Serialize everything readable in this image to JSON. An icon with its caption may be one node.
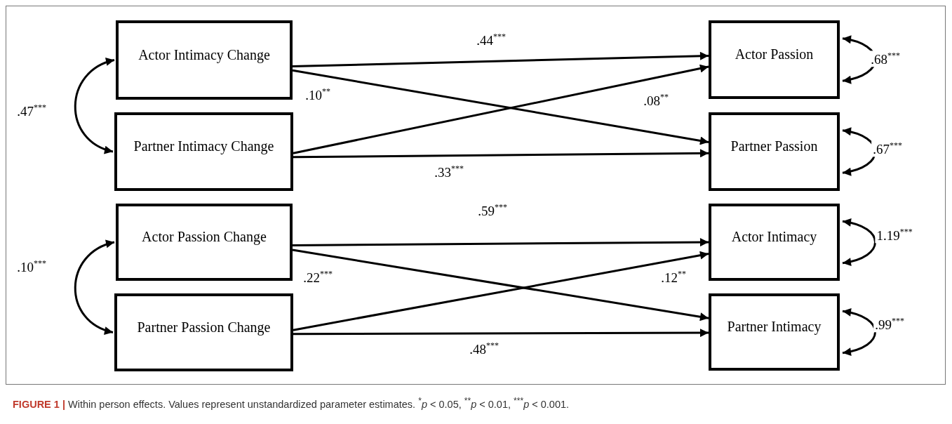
{
  "diagram": {
    "caption": "**FIGURE 1 |** Within person effects. Values represent unstandardized parameter estimates. $^{*}$*p* < 0.05, $^{**}$*p* < 0.01, $^{***}$*p* < 0.001.",
    "nodes": [
      {
        "text": [
          "Actor Intimacy Change"
        ]
      },
      {
        "text": [
          "Partner Intimacy Change"
        ]
      },
      {
        "text": [
          "Actor Passion Change"
        ]
      },
      {
        "text": [
          "Partner Passion Change"
        ]
      },
      {
        "text": [
          "Actor Passion"
        ]
      },
      {
        "text": [
          "Partner Passion"
        ]
      },
      {
        "text": [
          "Actor Intimacy"
        ]
      },
      {
        "text": [
          "Partner Intimacy"
        ]
      }
    ],
    "edges": [
      {
        "from": 0,
        "to": 4,
        "arrow": "to",
        "label": ".44$^{***}$"
      },
      {
        "from": 0,
        "to": 5,
        "arrow": "to",
        "label": ".10$^{**}$"
      },
      {
        "from": 1,
        "to": 4,
        "arrow": "to",
        "label": ".08$^{**}$"
      },
      {
        "from": 1,
        "to": 5,
        "arrow": "to",
        "label": ".33$^{***}$"
      },
      {
        "from": 0,
        "to": 1,
        "arrow": "both",
        "label": ".47$^{***}$"
      },
      {
        "from": 4,
        "to": 4,
        "arrow": "both",
        "label": ".68$^{***}$"
      },
      {
        "from": 5,
        "to": 5,
        "arrow": "both",
        "label": ".67$^{***}$"
      },
      {
        "from": 2,
        "to": 6,
        "arrow": "to",
        "label": ".59$^{***}$"
      },
      {
        "from": 2,
        "to": 7,
        "arrow": "to",
        "label": ".22$^{***}$"
      },
      {
        "from": 3,
        "to": 6,
        "arrow": "to",
        "label": ".12$^{**}$"
      },
      {
        "from": 3,
        "to": 7,
        "arrow": "to",
        "label": ".48$^{***}$"
      },
      {
        "from": 2,
        "to": 3,
        "arrow": "both",
        "label": ".10$^{***}$"
      },
      {
        "from": 6,
        "to": 6,
        "arrow": "both",
        "label": "1.19$^{***}$"
      },
      {
        "from": 7,
        "to": 7,
        "arrow": "both",
        "label": ".99$^{***}$"
      }
    ]
  }
}
